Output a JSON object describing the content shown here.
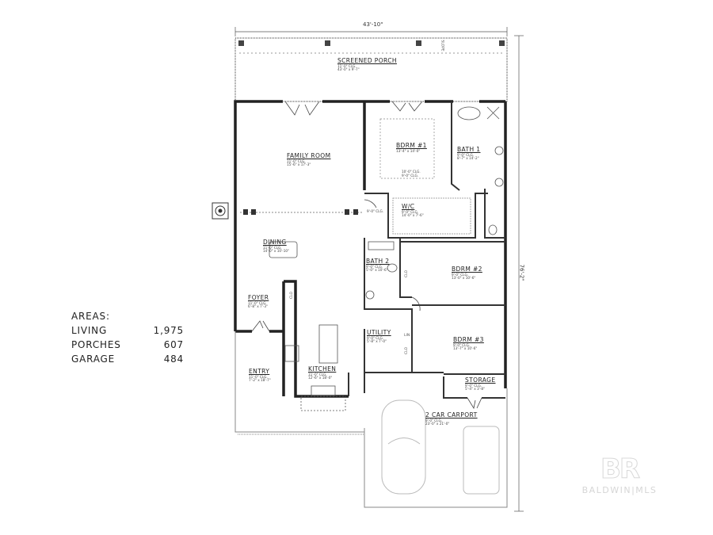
{
  "dimensions": {
    "width": "43'-10\"",
    "depth": "76'-2\""
  },
  "rooms": [
    {
      "name": "SCREENED PORCH",
      "ceiling": "11'-0\" CLG.",
      "size": "43'-0\" x 9'-7\""
    },
    {
      "name": "FAMILY ROOM",
      "ceiling": "11'-0\" CLG.",
      "size": "15'-6\" x 17'-3\""
    },
    {
      "name": "BDRM #1",
      "ceiling": "",
      "size": "13'-4\" x 14'-0\""
    },
    {
      "name": "BATH 1",
      "ceiling": "9'-0\" CLG.",
      "size": "8'-7\" x 14'-2\""
    },
    {
      "name": "W/C",
      "ceiling": "9'-0\" CLG.",
      "size": "14'-0\" x 7'-6\""
    },
    {
      "name": "DINING",
      "ceiling": "11'-0\" CLG.",
      "size": "14'-0\" x 10'-10\""
    },
    {
      "name": "BATH 2",
      "ceiling": "9'-0\" CLG.",
      "size": "5'-0\" x 10'-6\""
    },
    {
      "name": "BDRM #2",
      "ceiling": "9'-0\" CLG.",
      "size": "13'-0\" x 10'-6\""
    },
    {
      "name": "FOYER",
      "ceiling": "11'-0\" CLG.",
      "size": "6'-8\" x 7'-3\""
    },
    {
      "name": "UTILITY",
      "ceiling": "9'-0\" CLG.",
      "size": "5'-8\" x 7'-0\""
    },
    {
      "name": "BDRM #3",
      "ceiling": "9'-0\" CLG.",
      "size": "13'-7\" x 10'-6\""
    },
    {
      "name": "ENTRY",
      "ceiling": "11'-0\" CLG.",
      "size": "7'-2\" x 18'-7\""
    },
    {
      "name": "KITCHEN",
      "ceiling": "11'-0\" CLG.",
      "size": "12'-6\" x 18'-0\""
    },
    {
      "name": "STORAGE",
      "ceiling": "9'-0\" CLG.",
      "size": "5'-4\" x 3'-8\""
    },
    {
      "name": "2 CAR CARPORT",
      "ceiling": "9'-0\" CLG.",
      "size": "23'-0\" x 21'-0\""
    }
  ],
  "notes": {
    "bdrm1_ceiling": "10'-0\" CLG.",
    "bdrm1_ceiling2": "9'-0\" CLG.",
    "hall_ceiling": "9'-0\" CLG.",
    "clo": "CLO",
    "lin": "LIN",
    "slope": "SLOPE"
  },
  "areas": {
    "title": "AREAS:",
    "items": [
      {
        "label": "LIVING",
        "value": "1,975"
      },
      {
        "label": "PORCHES",
        "value": "607"
      },
      {
        "label": "GARAGE",
        "value": "484"
      }
    ]
  },
  "logo": {
    "mark": "BR",
    "text": "BALDWIN|MLS"
  }
}
